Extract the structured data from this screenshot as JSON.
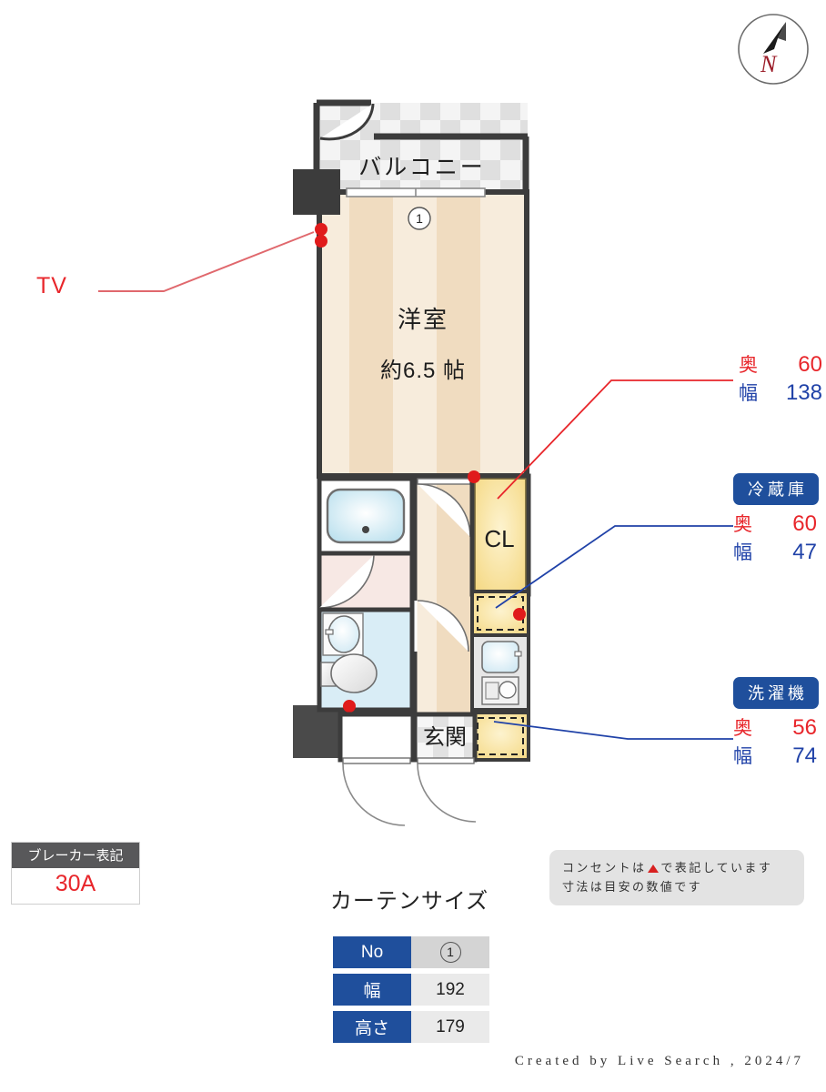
{
  "compass": {
    "label": "N"
  },
  "plan": {
    "rooms": [
      {
        "key": "balcony",
        "label": "バルコニー"
      },
      {
        "key": "western_room",
        "label": "洋室",
        "size": "約6.5 帖"
      },
      {
        "key": "closet",
        "label": "CL"
      },
      {
        "key": "entrance",
        "label": "玄関"
      }
    ],
    "window_marker": "1"
  },
  "tv": {
    "label": "TV"
  },
  "callouts": [
    {
      "key": "kitchen",
      "title": "",
      "rows": [
        {
          "label": "奥",
          "value": "60"
        },
        {
          "label": "幅",
          "value": "138"
        }
      ]
    },
    {
      "key": "fridge",
      "title": "冷蔵庫",
      "rows": [
        {
          "label": "奥",
          "value": "60"
        },
        {
          "label": "幅",
          "value": "47"
        }
      ]
    },
    {
      "key": "washer",
      "title": "洗濯機",
      "rows": [
        {
          "label": "奥",
          "value": "56"
        },
        {
          "label": "幅",
          "value": "74"
        }
      ]
    }
  ],
  "breaker": {
    "title": "ブレーカー表記",
    "value": "30A"
  },
  "note": {
    "line1_before": "コンセントは",
    "line1_after": "で表記しています",
    "line2": "寸法は目安の数値です"
  },
  "curtain": {
    "title": "カーテンサイズ",
    "rows": [
      {
        "key": "No",
        "value": "1"
      },
      {
        "key": "幅",
        "value": "192"
      },
      {
        "key": "高さ",
        "value": "179"
      }
    ]
  },
  "footer": {
    "text": "Created by Live Search , 2024/7"
  },
  "colors": {
    "accent_blue": "#1f4f9c",
    "accent_red": "#e8262b",
    "wall": "#3c3c3c",
    "floor_dark": "#f0dcc0",
    "floor_light": "#f7ecdc",
    "closet_yellow": "#f7dc8c",
    "water_blue": "#d5ebf4"
  }
}
